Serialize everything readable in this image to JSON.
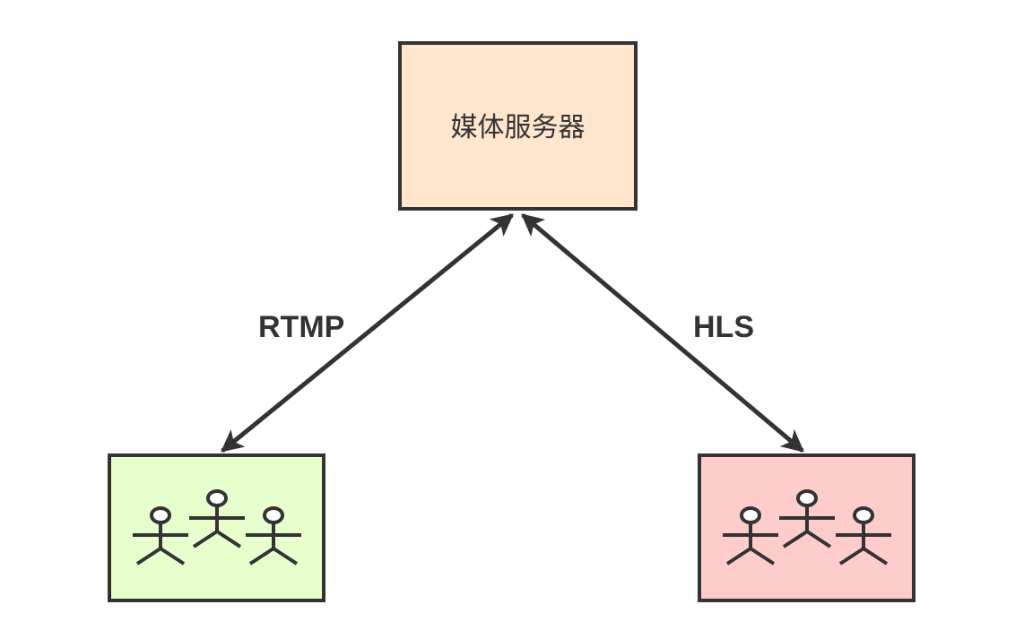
{
  "nodes": {
    "server": {
      "label": "媒体服务器",
      "fill": "#ffe6cc"
    },
    "rtmp_clients": {
      "label": "",
      "fill": "#e6ffcc",
      "actors": 3
    },
    "hls_clients": {
      "label": "",
      "fill": "#ffcccc",
      "actors": 3
    }
  },
  "edges": {
    "rtmp": {
      "label": "RTMP",
      "from": "rtmp_clients",
      "to": "server",
      "bidirectional": true
    },
    "hls": {
      "label": "HLS",
      "from": "hls_clients",
      "to": "server",
      "bidirectional": true
    }
  },
  "colors": {
    "stroke": "#333333"
  }
}
